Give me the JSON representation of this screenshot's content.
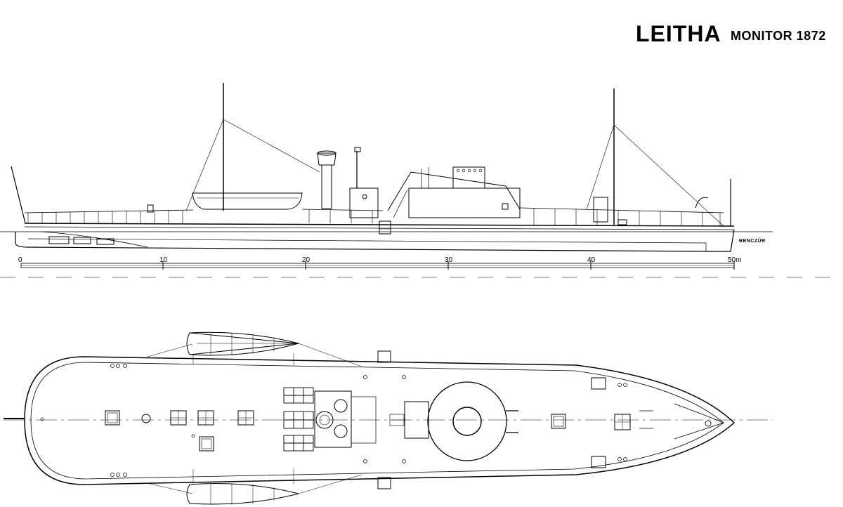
{
  "title": {
    "name": "LEITHA",
    "subtitle": "MONITOR 1872"
  },
  "scale_bar": {
    "labels": [
      "0",
      "10",
      "20",
      "30",
      "40",
      "50m"
    ]
  },
  "signature": "BENCZÚR",
  "colors": {
    "ink": "#000000",
    "paper": "#ffffff"
  }
}
